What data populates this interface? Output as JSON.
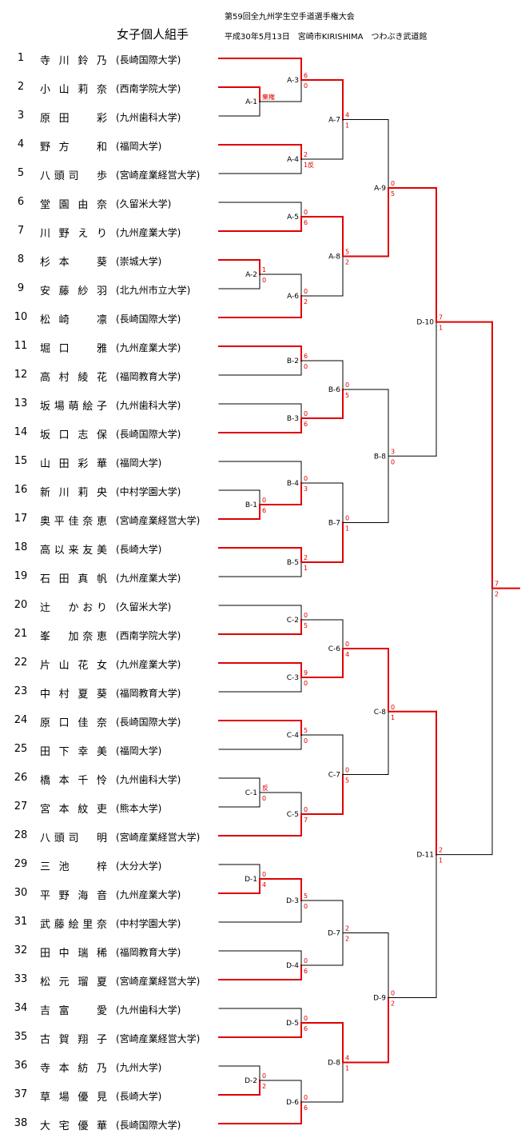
{
  "event_title": "第59回全九州学生空手道選手権大会",
  "category": "女子個人組手",
  "date_venue": "平成30年5月13日　宮崎市KIRISHIMA　つわぶき武道館",
  "players": [
    {
      "no": "1",
      "name": "寺川鈴乃",
      "univ": "(長崎国際大学)"
    },
    {
      "no": "2",
      "name": "小山莉奈",
      "univ": "(西南学院大学)"
    },
    {
      "no": "3",
      "name": "原田　彩",
      "univ": "(九州歯科大学)"
    },
    {
      "no": "4",
      "name": "野方　和",
      "univ": "(福岡大学)"
    },
    {
      "no": "5",
      "name": "八頭司　歩",
      "univ": "(宮崎産業経営大学)"
    },
    {
      "no": "6",
      "name": "堂園由奈",
      "univ": "(久留米大学)"
    },
    {
      "no": "7",
      "name": "川野えり",
      "univ": "(九州産業大学)"
    },
    {
      "no": "8",
      "name": "杉本　葵",
      "univ": "(崇城大学)"
    },
    {
      "no": "9",
      "name": "安藤紗羽",
      "univ": "(北九州市立大学)"
    },
    {
      "no": "10",
      "name": "松崎　凛",
      "univ": "(長崎国際大学)"
    },
    {
      "no": "11",
      "name": "堀口　雅",
      "univ": "(九州産業大学)"
    },
    {
      "no": "12",
      "name": "高村綾花",
      "univ": "(福岡教育大学)"
    },
    {
      "no": "13",
      "name": "坂場萌絵子",
      "univ": "(九州歯科大学)"
    },
    {
      "no": "14",
      "name": "坂口志保",
      "univ": "(長崎国際大学)"
    },
    {
      "no": "15",
      "name": "山田彩華",
      "univ": "(福岡大学)"
    },
    {
      "no": "16",
      "name": "新川莉央",
      "univ": "(中村学園大学)"
    },
    {
      "no": "17",
      "name": "奥平佳奈恵",
      "univ": "(宮崎産業経営大学)"
    },
    {
      "no": "18",
      "name": "高以来友美",
      "univ": "(長崎大学)"
    },
    {
      "no": "19",
      "name": "石田真帆",
      "univ": "(九州産業大学)"
    },
    {
      "no": "20",
      "name": "辻　かおり",
      "univ": "(久留米大学)"
    },
    {
      "no": "21",
      "name": "峯　加奈恵",
      "univ": "(西南学院大学)"
    },
    {
      "no": "22",
      "name": "片山花女",
      "univ": "(九州産業大学)"
    },
    {
      "no": "23",
      "name": "中村夏葵",
      "univ": "(福岡教育大学)"
    },
    {
      "no": "24",
      "name": "原口佳奈",
      "univ": "(長崎国際大学)"
    },
    {
      "no": "25",
      "name": "田下幸美",
      "univ": "(福岡大学)"
    },
    {
      "no": "26",
      "name": "橋本千怜",
      "univ": "(九州歯科大学)"
    },
    {
      "no": "27",
      "name": "宮本紋吏",
      "univ": "(熊本大学)"
    },
    {
      "no": "28",
      "name": "八頭司　明",
      "univ": "(宮崎産業経営大学)"
    },
    {
      "no": "29",
      "name": "三池　梓",
      "univ": "(大分大学)"
    },
    {
      "no": "30",
      "name": "平野海音",
      "univ": "(九州産業大学)"
    },
    {
      "no": "31",
      "name": "武藤絵里奈",
      "univ": "(中村学園大学)"
    },
    {
      "no": "32",
      "name": "田中瑞稀",
      "univ": "(福岡教育大学)"
    },
    {
      "no": "33",
      "name": "松元瑠夏",
      "univ": "(宮崎産業経営大学)"
    },
    {
      "no": "34",
      "name": "吉富　愛",
      "univ": "(九州歯科大学)"
    },
    {
      "no": "35",
      "name": "古賀翔子",
      "univ": "(宮崎産業経営大学)"
    },
    {
      "no": "36",
      "name": "寺本紡乃",
      "univ": "(九州大学)"
    },
    {
      "no": "37",
      "name": "草場優見",
      "univ": "(長崎大学)"
    },
    {
      "no": "38",
      "name": "大宅優華",
      "univ": "(長崎国際大学)"
    }
  ],
  "matches": {
    "A-1": {
      "label": "A-1",
      "s1": "棄権",
      "s2": ""
    },
    "A-2": {
      "label": "A-2",
      "s1": "1",
      "s2": "0"
    },
    "A-3": {
      "label": "A-3",
      "s1": "6",
      "s2": "0"
    },
    "A-4": {
      "label": "A-4",
      "s1": "2",
      "s2": "1反"
    },
    "A-5": {
      "label": "A-5",
      "s1": "0",
      "s2": "6"
    },
    "A-6": {
      "label": "A-6",
      "s1": "0",
      "s2": "2"
    },
    "A-7": {
      "label": "A-7",
      "s1": "4",
      "s2": "1"
    },
    "A-8": {
      "label": "A-8",
      "s1": "5",
      "s2": "2"
    },
    "A-9": {
      "label": "A-9",
      "s1": "0",
      "s2": "5"
    },
    "B-1": {
      "label": "B-1",
      "s1": "0",
      "s2": "6"
    },
    "B-2": {
      "label": "B-2",
      "s1": "6",
      "s2": "0"
    },
    "B-3": {
      "label": "B-3",
      "s1": "0",
      "s2": "6"
    },
    "B-4": {
      "label": "B-4",
      "s1": "0",
      "s2": "3"
    },
    "B-5": {
      "label": "B-5",
      "s1": "2",
      "s2": "1"
    },
    "B-6": {
      "label": "B-6",
      "s1": "0",
      "s2": "5"
    },
    "B-7": {
      "label": "B-7",
      "s1": "0",
      "s2": "1"
    },
    "B-8": {
      "label": "B-8",
      "s1": "3",
      "s2": "0"
    },
    "C-1": {
      "label": "C-1",
      "s1": "反",
      "s2": "0"
    },
    "C-2": {
      "label": "C-2",
      "s1": "0",
      "s2": "5"
    },
    "C-3": {
      "label": "C-3",
      "s1": "9",
      "s2": "0"
    },
    "C-4": {
      "label": "C-4",
      "s1": "5",
      "s2": "0"
    },
    "C-5": {
      "label": "C-5",
      "s1": "0",
      "s2": "7"
    },
    "C-6": {
      "label": "C-6",
      "s1": "0",
      "s2": "4"
    },
    "C-7": {
      "label": "C-7",
      "s1": "0",
      "s2": "5"
    },
    "C-8": {
      "label": "C-8",
      "s1": "0",
      "s2": "1"
    },
    "D-1": {
      "label": "D-1",
      "s1": "0",
      "s2": "4"
    },
    "D-2": {
      "label": "D-2",
      "s1": "0",
      "s2": "2"
    },
    "D-3": {
      "label": "D-3",
      "s1": "5",
      "s2": "0"
    },
    "D-4": {
      "label": "D-4",
      "s1": "0",
      "s2": "6"
    },
    "D-5": {
      "label": "D-5",
      "s1": "0",
      "s2": "6"
    },
    "D-6": {
      "label": "D-6",
      "s1": "0",
      "s2": "6"
    },
    "D-7": {
      "label": "D-7",
      "s1": "2",
      "s2": "2"
    },
    "D-8": {
      "label": "D-8",
      "s1": "4",
      "s2": "1"
    },
    "D-9": {
      "label": "D-9",
      "s1": "0",
      "s2": "2"
    },
    "D-10": {
      "label": "D-10",
      "s1": "7",
      "s2": "1"
    },
    "D-11": {
      "label": "D-11",
      "s1": "2",
      "s2": "1"
    },
    "F": {
      "label": "",
      "s1": "7",
      "s2": "2"
    }
  },
  "colors": {
    "winner_line": "#e00000",
    "loser_line": "#000000",
    "score": "#dd0000"
  }
}
